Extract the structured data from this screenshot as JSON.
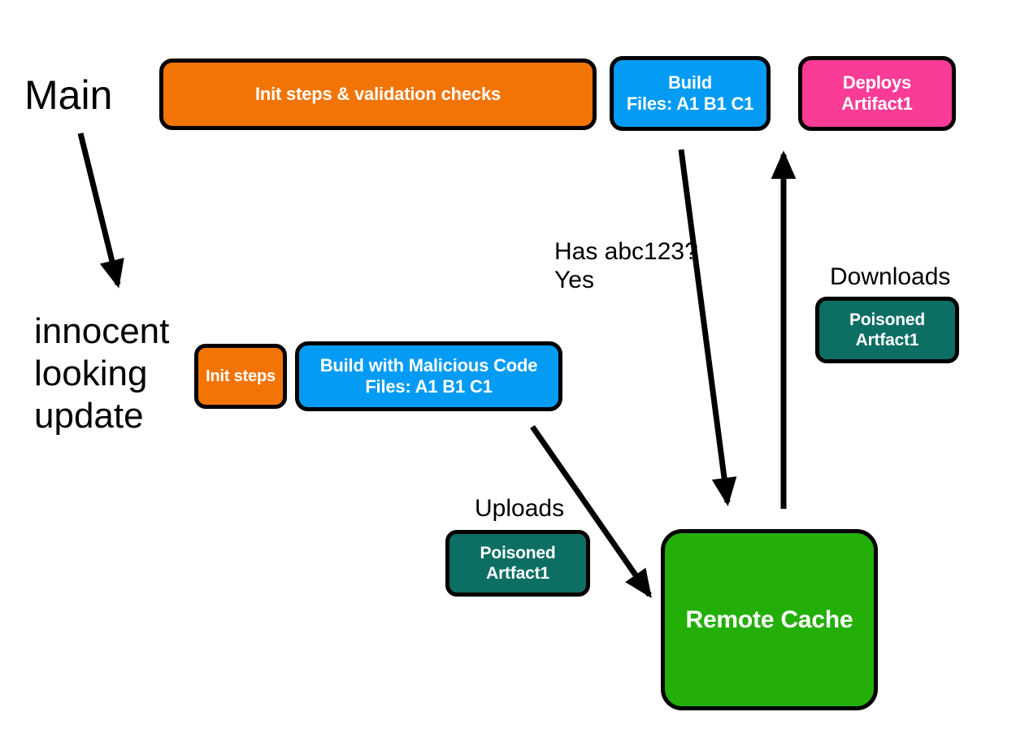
{
  "diagram": {
    "title": "Remote cache poisoning attack flow",
    "background": "#ffffff",
    "colors": {
      "orange": "#F27405",
      "blue": "#039BF4",
      "pink": "#FA3C96",
      "teal": "#0D6E64",
      "green": "#23AF08",
      "outline": "#000000",
      "text_on_node": "#ffffff",
      "label_text": "#000000"
    },
    "lanes": [
      {
        "name": "main-lane",
        "label": "Main",
        "nodes": [
          {
            "name": "init-steps-validation",
            "label": "Init steps & validation checks",
            "color": "orange"
          },
          {
            "name": "build",
            "label": "Build\nFiles: A1  B1  C1",
            "color": "blue"
          },
          {
            "name": "deploys-artifact",
            "label": "Deploys\nArtifact1",
            "color": "pink"
          }
        ]
      },
      {
        "name": "malicious-lane",
        "label": "innocent\nlooking\nupdate",
        "nodes": [
          {
            "name": "init-steps",
            "label": "Init steps",
            "color": "orange"
          },
          {
            "name": "build-malicious",
            "label": "Build with Malicious Code\nFiles: A1  B1  C1",
            "color": "blue"
          }
        ]
      }
    ],
    "artifacts": {
      "uploaded": {
        "caption": "Uploads",
        "label": "Poisoned\nArtfact1",
        "color": "teal"
      },
      "downloaded": {
        "caption": "Downloads",
        "label": "Poisoned\nArtfact1",
        "color": "teal"
      }
    },
    "cache": {
      "name": "remote-cache",
      "label": "Remote Cache",
      "color": "green"
    },
    "annotations": {
      "cache_lookup": "Has abc123?\nYes"
    },
    "arrows": [
      {
        "name": "main-to-branch-arrow",
        "from": "Main",
        "to": "innocent looking update"
      },
      {
        "name": "build-to-cache-lookup-arrow",
        "from": "Build",
        "to": "Remote Cache",
        "label": "Has abc123? Yes"
      },
      {
        "name": "cache-to-deploy-arrow",
        "from": "Remote Cache",
        "to": "Deploys Artifact1",
        "label": "Downloads"
      },
      {
        "name": "malicious-build-to-cache-arrow",
        "from": "Build with Malicious Code",
        "to": "Remote Cache",
        "label": "Uploads"
      }
    ]
  }
}
